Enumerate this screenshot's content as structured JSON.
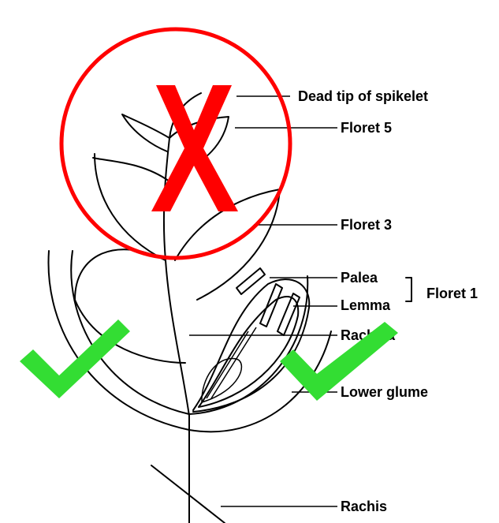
{
  "labels": {
    "dead_tip": "Dead tip of spikelet",
    "floret5": "Floret 5",
    "floret3": "Floret 3",
    "palea": "Palea",
    "lemma": "Lemma",
    "floret1": "Floret 1",
    "rachilla": "Rachilla",
    "lower_glume": "Lower glume",
    "rachis": "Rachis"
  },
  "overlay": {
    "cross_color": "#ff0000",
    "check_color": "#33dd33"
  },
  "icons": [
    "cross-mark-icon",
    "check-mark-icon"
  ]
}
